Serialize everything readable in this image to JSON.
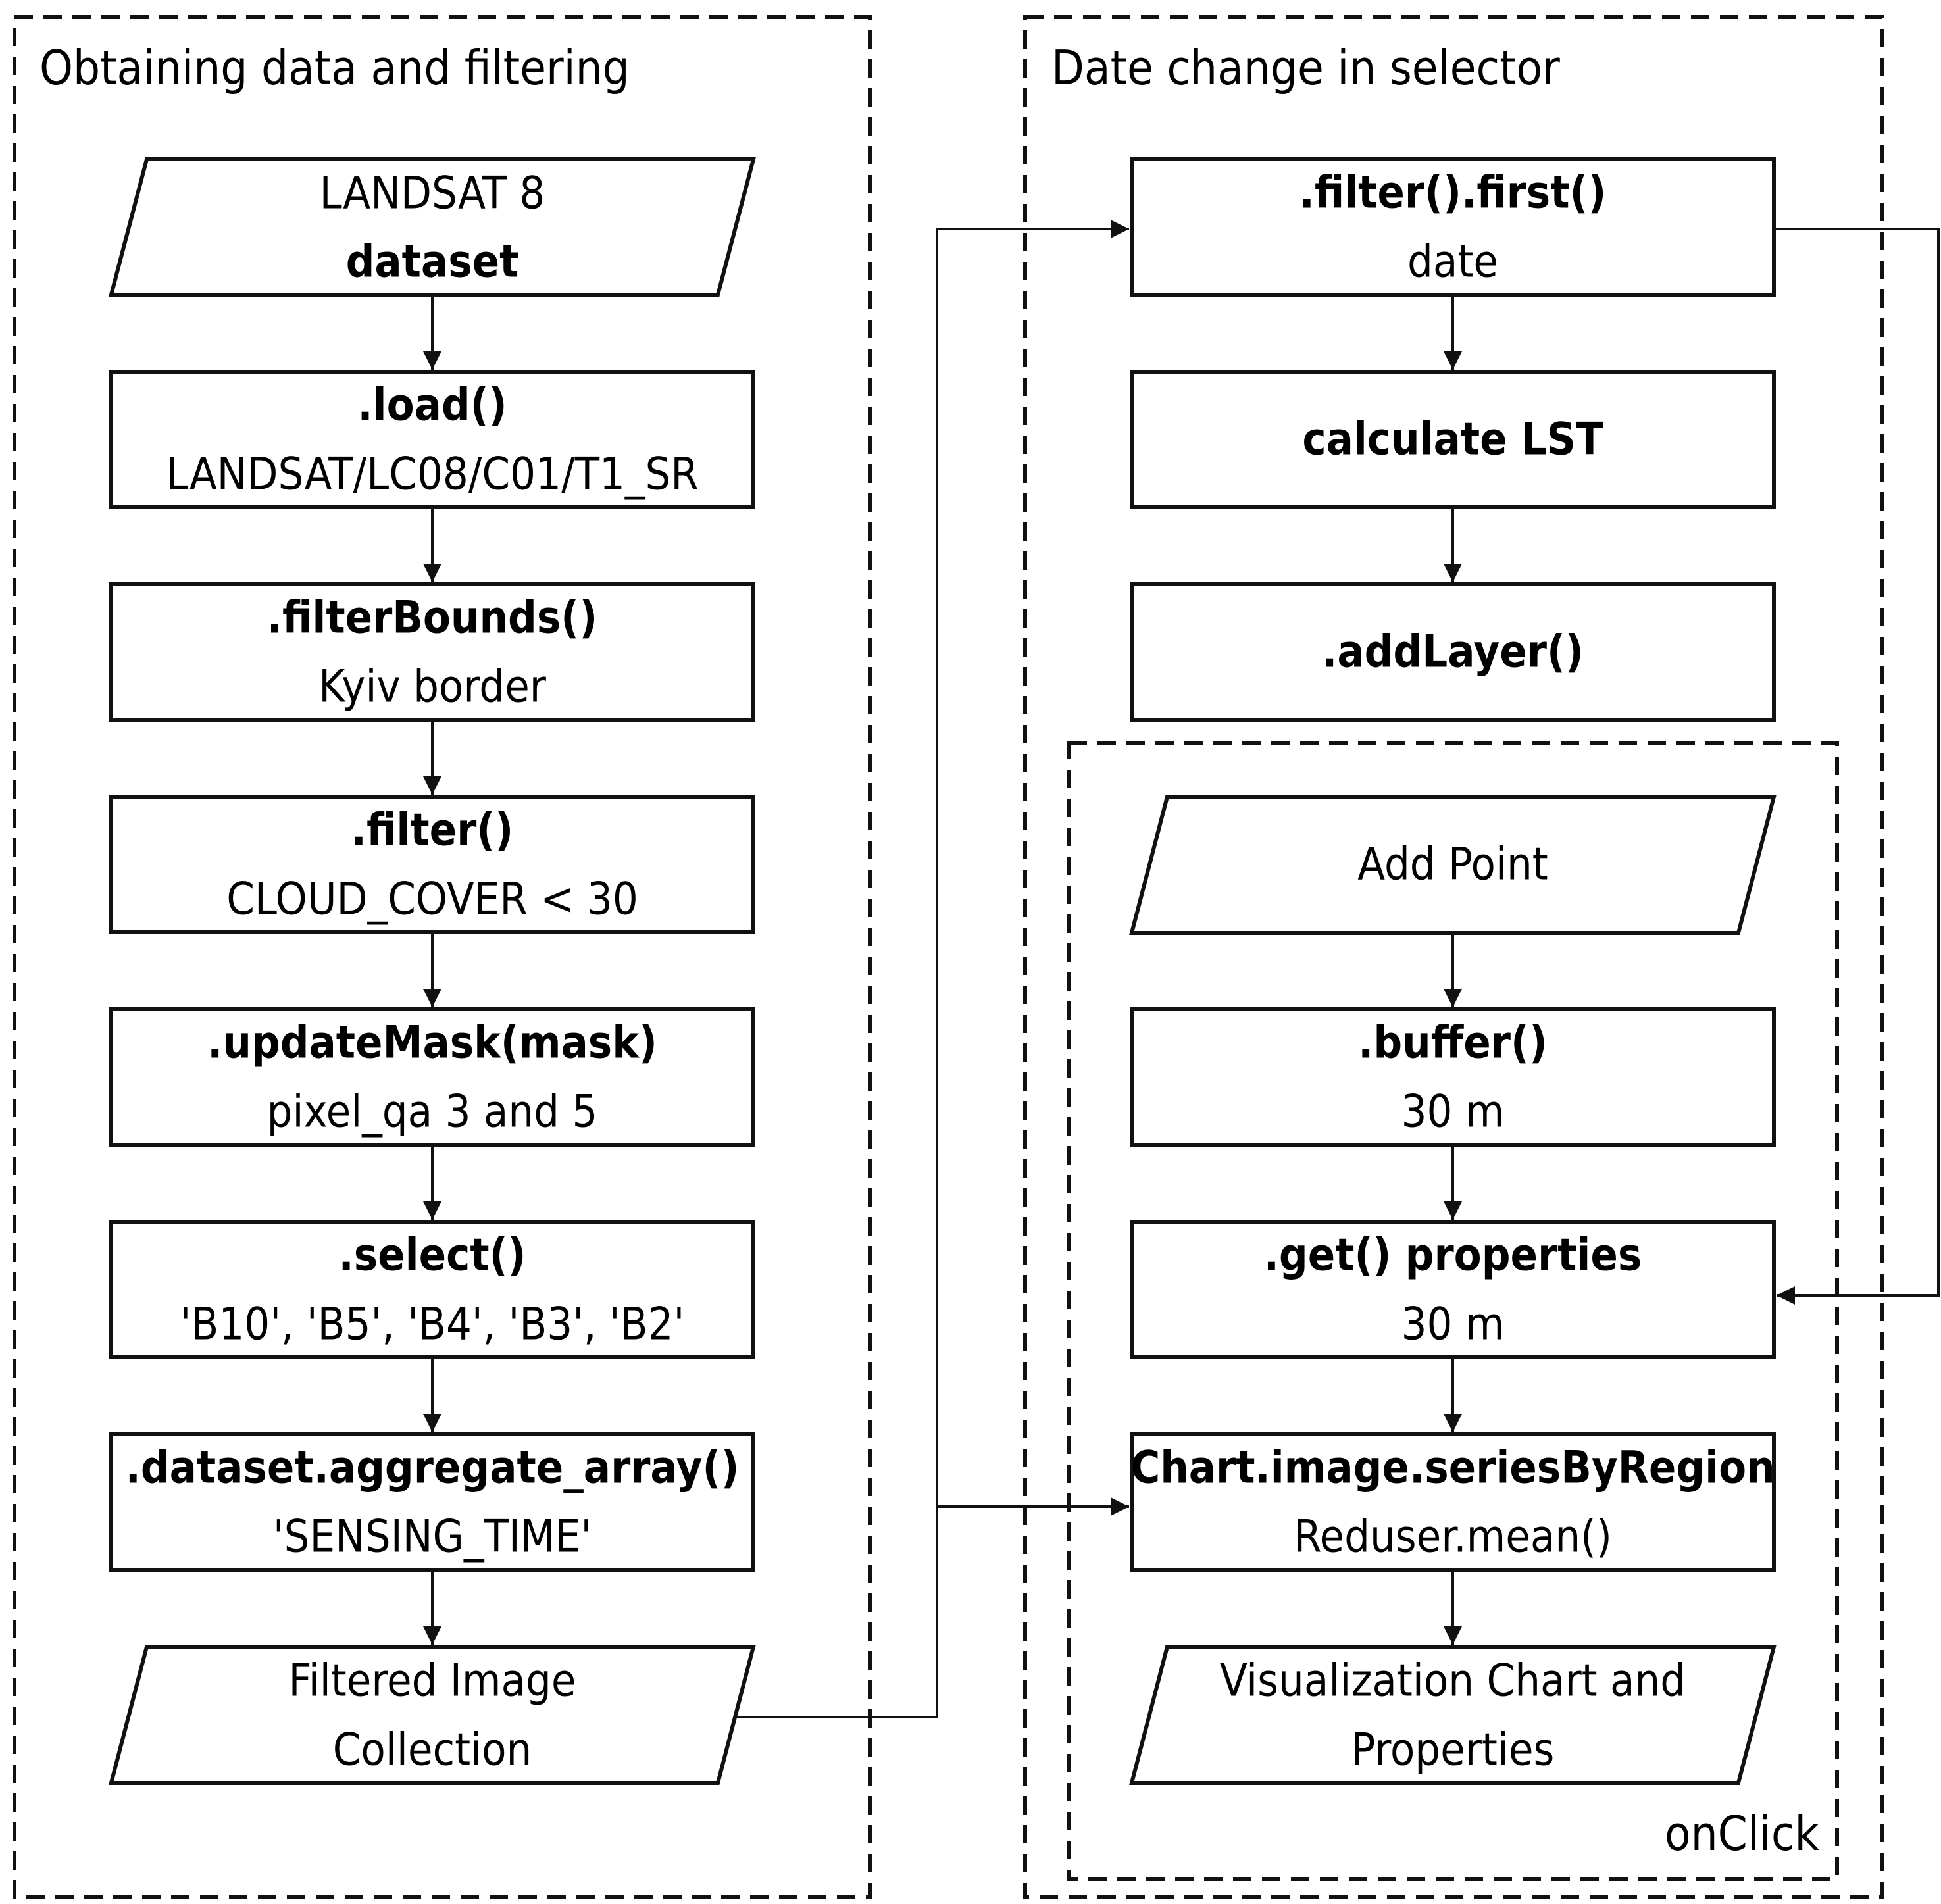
{
  "panels": {
    "left": {
      "title": "Obtaining data and filtering"
    },
    "right": {
      "title": "Date change in selector"
    },
    "inner": {
      "title": "onClick"
    }
  },
  "nodes": {
    "landsat": {
      "line1": "LANDSAT 8",
      "line2": "dataset"
    },
    "load": {
      "line1": ".load()",
      "line2": "LANDSAT/LC08/C01/T1_SR"
    },
    "filterbounds": {
      "line1": ".filterBounds()",
      "line2": "Kyiv border"
    },
    "filter": {
      "line1": ".filter()",
      "line2": "CLOUD_COVER < 30"
    },
    "updatemask": {
      "line1": ".updateMask(mask)",
      "line2": "pixel_qa 3 and 5"
    },
    "select": {
      "line1": ".select()",
      "line2": "'B10', 'B5', 'B4', 'B3', 'B2'"
    },
    "aggregate": {
      "line1": ".dataset.aggregate_array()",
      "line2": "'SENSING_TIME'"
    },
    "filtered": {
      "line1": "Filtered Image",
      "line2": "Collection"
    },
    "filterfirst": {
      "line1": ".filter().first()",
      "line2": "date"
    },
    "lst": {
      "line1": "calculate LST"
    },
    "addlayer": {
      "line1": ".addLayer()"
    },
    "addpoint": {
      "line1": "Add Point"
    },
    "buffer": {
      "line1": ".buffer()",
      "line2": "30 m"
    },
    "getprops": {
      "line1": ".get() properties",
      "line2": "30 m"
    },
    "chart": {
      "line1": "Chart.image.seriesByRegion",
      "line2": "Reduser.mean()"
    },
    "viz": {
      "line1": "Visualization Chart and",
      "line2": "Properties"
    }
  },
  "colors": {
    "stroke": "#111111",
    "fill": "#ffffff"
  },
  "icons": {
    "arrowhead": "arrowhead-icon"
  }
}
